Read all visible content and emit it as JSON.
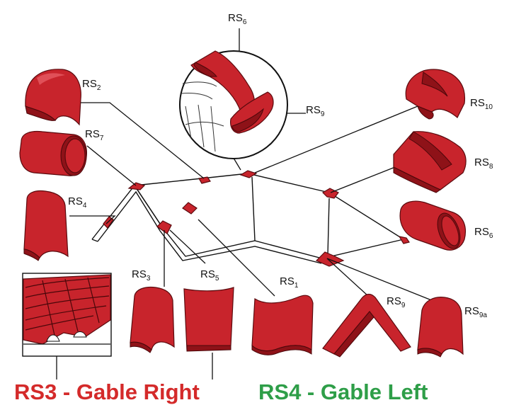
{
  "labels": {
    "rs1": {
      "base": "RS",
      "sub": "1"
    },
    "rs2": {
      "base": "RS",
      "sub": "2"
    },
    "rs3": {
      "base": "RS",
      "sub": "3"
    },
    "rs4": {
      "base": "RS",
      "sub": "4"
    },
    "rs5": {
      "base": "RS",
      "sub": "5"
    },
    "rs6_top": {
      "base": "RS",
      "sub": "6"
    },
    "rs6_right": {
      "base": "RS",
      "sub": "6"
    },
    "rs7": {
      "base": "RS",
      "sub": "7"
    },
    "rs8": {
      "base": "RS",
      "sub": "8"
    },
    "rs9_inset": {
      "base": "RS",
      "sub": "9"
    },
    "rs9_bottom": {
      "base": "RS",
      "sub": "9"
    },
    "rs9a": {
      "base": "RS",
      "sub": "9a"
    },
    "rs10": {
      "base": "RS",
      "sub": "10"
    }
  },
  "captions": {
    "left": {
      "text": "RS3 - Gable Right",
      "color": "#d42a2a"
    },
    "right": {
      "text": "RS4 - Gable Left",
      "color": "#2e9e48"
    }
  }
}
